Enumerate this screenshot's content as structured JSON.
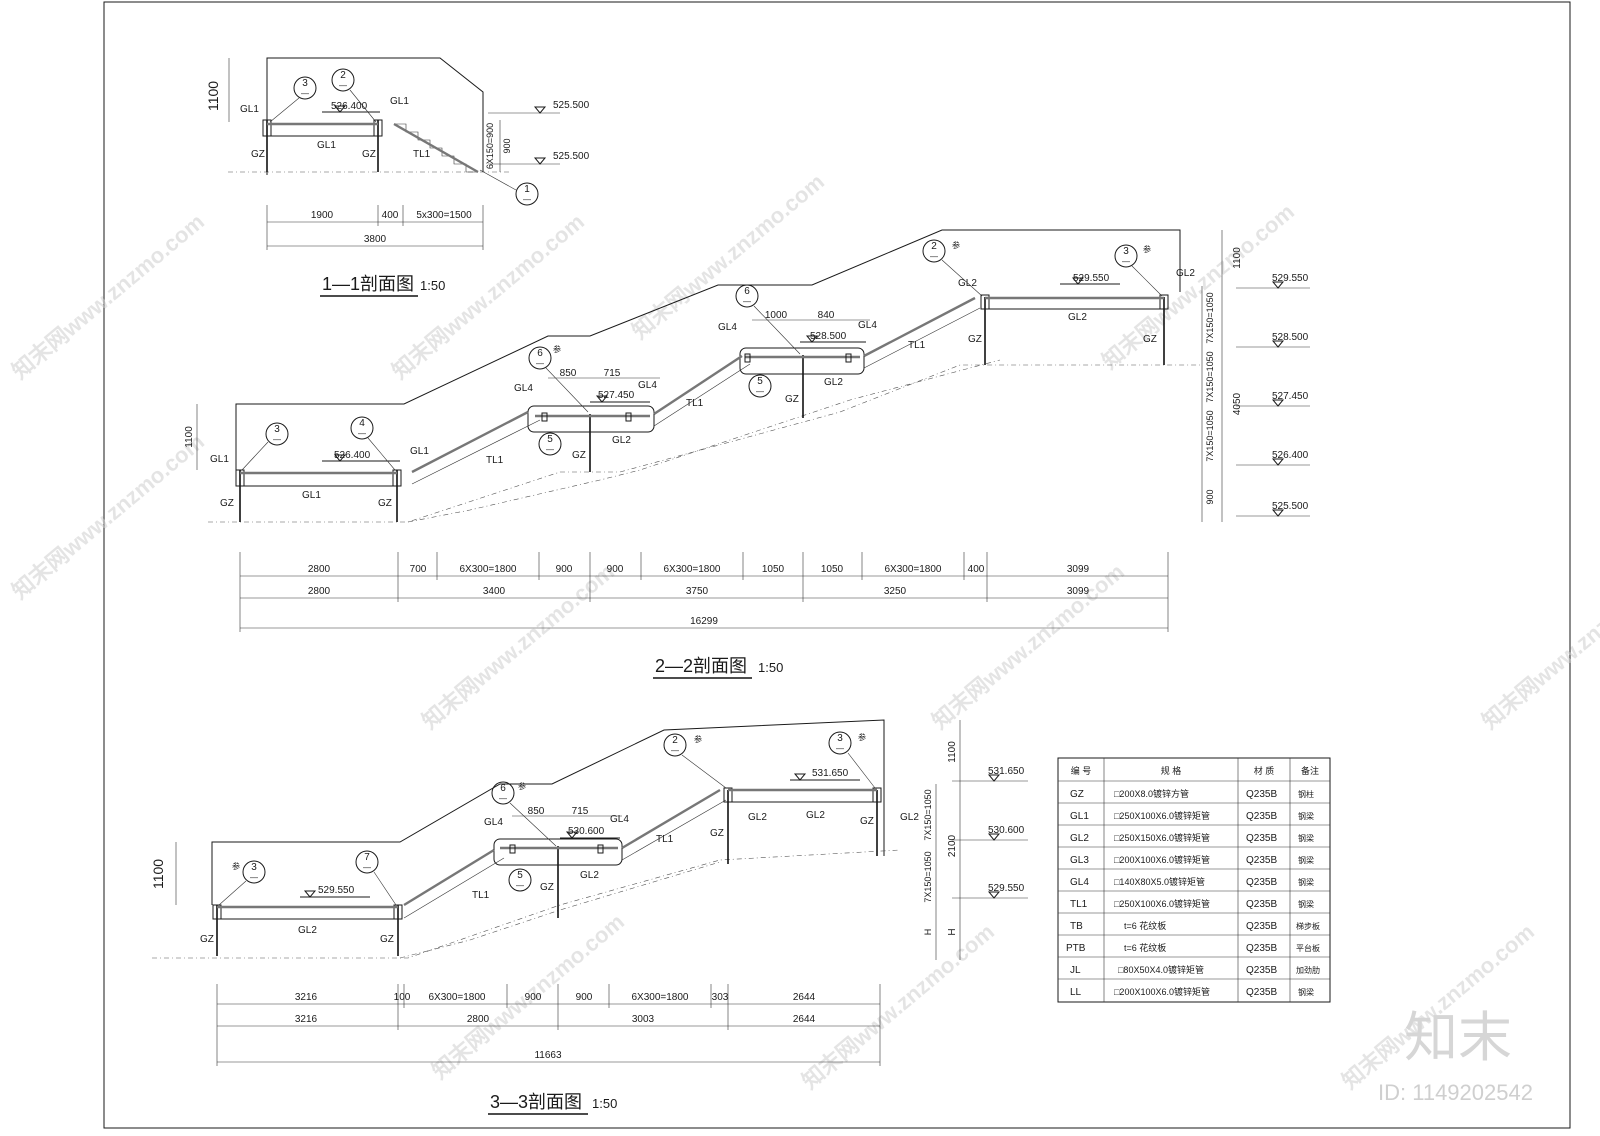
{
  "drawing": {
    "sections": [
      {
        "id": "s11",
        "title": "1—1剖面图",
        "scale": "1:50"
      },
      {
        "id": "s22",
        "title": "2—2剖面图",
        "scale": "1:50"
      },
      {
        "id": "s33",
        "title": "3—3剖面图",
        "scale": "1:50"
      }
    ],
    "section_1_1": {
      "rail_height": "1100",
      "riser": "6X150=900",
      "riser_total": "900",
      "elev_top": "525.500",
      "elev_bottom": "525.500",
      "rail_elev": "526.400",
      "dims_row1": [
        "1900",
        "400",
        "5x300=1500"
      ],
      "dims_total": "3800",
      "labels": {
        "gl1": "GL1",
        "gz": "GZ",
        "tl1": "TL1"
      },
      "callouts": [
        "3",
        "2",
        "1"
      ]
    },
    "section_2_2": {
      "rail_height_left": "1100",
      "rail_height_right": "1100",
      "elevs": [
        "529.550",
        "528.500",
        "527.450",
        "526.400",
        "525.500"
      ],
      "rail_elevs": [
        "526.400",
        "527.450",
        "528.500",
        "529.550"
      ],
      "vert_dims": [
        "7X150=1050",
        "7X150=1050",
        "7X150=1050",
        "900"
      ],
      "vert_total": "4050",
      "landing_dims_a": [
        "850",
        "715"
      ],
      "landing_dims_b": [
        "1000",
        "840"
      ],
      "dims_row1": [
        "2800",
        "700",
        "6X300=1800",
        "900",
        "900",
        "6X300=1800",
        "1050",
        "1050",
        "6X300=1800",
        "400",
        "3099"
      ],
      "dims_row2": [
        "2800",
        "3400",
        "3750",
        "3250",
        "3099"
      ],
      "dims_total": "16299",
      "callouts": [
        "3",
        "4",
        "6",
        "5",
        "6",
        "5",
        "2",
        "3"
      ],
      "ref_mark": "参",
      "labels": {
        "gl1": "GL1",
        "gl2": "GL2",
        "gl4": "GL4",
        "gz": "GZ",
        "tl1": "TL1"
      }
    },
    "section_3_3": {
      "rail_height_left": "1100",
      "rail_height_right": "1100",
      "elevs": [
        "531.650",
        "530.600",
        "529.550"
      ],
      "rail_elevs": [
        "529.550",
        "530.600",
        "531.650"
      ],
      "vert_dims": [
        "7X150=1050",
        "7X150=1050",
        "H"
      ],
      "vert_total": "2100",
      "vert_h": "H",
      "landing_dims": [
        "850",
        "715"
      ],
      "dims_row1": [
        "3216",
        "100",
        "6X300=1800",
        "900",
        "900",
        "6X300=1800",
        "303",
        "2644"
      ],
      "dims_row2": [
        "3216",
        "2800",
        "3003",
        "2644"
      ],
      "dims_total": "11663",
      "callouts": [
        "3",
        "7",
        "6",
        "5",
        "2",
        "3"
      ],
      "ref_mark": "参",
      "labels": {
        "gl2": "GL2",
        "gl4": "GL4",
        "gz": "GZ",
        "tl1": "TL1"
      }
    },
    "callout_sub": "—",
    "table": {
      "headers": [
        "编  号",
        "规    格",
        "材  质",
        "备注"
      ],
      "rows": [
        [
          "GZ",
          "□200X8.0镀锌方管",
          "Q235B",
          "钢柱"
        ],
        [
          "GL1",
          "□250X100X6.0镀锌矩管",
          "Q235B",
          "钢梁"
        ],
        [
          "GL2",
          "□250X150X6.0镀锌矩管",
          "Q235B",
          "钢梁"
        ],
        [
          "GL3",
          "□200X100X6.0镀锌矩管",
          "Q235B",
          "钢梁"
        ],
        [
          "GL4",
          "□140X80X5.0镀锌矩管",
          "Q235B",
          "钢梁"
        ],
        [
          "TL1",
          "□250X100X6.0镀锌矩管",
          "Q235B",
          "钢梁"
        ],
        [
          "TB",
          "t=6  花纹板",
          "Q235B",
          "梯步板"
        ],
        [
          "PTB",
          "t=6  花纹板",
          "Q235B",
          "平台板"
        ],
        [
          "JL",
          "□80X50X4.0镀锌矩管",
          "Q235B",
          "加劲肋"
        ],
        [
          "LL",
          "□200X100X6.0镀锌矩管",
          "Q235B",
          "钢梁"
        ]
      ]
    },
    "watermark": {
      "text": "知末网www.znzmo.com",
      "logo": "知末",
      "id": "ID: 1149202542"
    }
  }
}
